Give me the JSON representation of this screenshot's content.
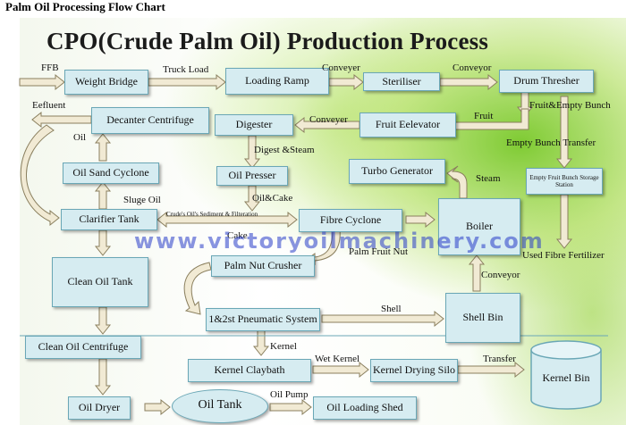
{
  "page_title": "Palm Oil Processing Flow Chart",
  "heading": "CPO(Crude Palm Oil) Production Process",
  "watermark": "www.victoryoilmachinery.com",
  "boxes": {
    "weight_bridge": "Weight Bridge",
    "loading_ramp": "Loading Ramp",
    "steriliser": "Steriliser",
    "drum_thresher": "Drum Thresher",
    "decanter_centrifuge": "Decanter Centrifuge",
    "digester": "Digester",
    "fruit_elevator": "Fruit Eelevator",
    "oil_sand_cyclone": "Oil Sand Cyclone",
    "oil_presser": "Oil Presser",
    "turbo_generator": "Turbo Generator",
    "efb_storage": "Empty Fruit Bunch Storage Station",
    "clarifier_tank": "Clarifier Tank",
    "fibre_cyclone": "Fibre Cyclone",
    "boiler": "Boiler",
    "palm_nut_crusher": "Palm Nut Crusher",
    "clean_oil_tank": "Clean Oil Tank",
    "pneumatic_system": "1&2st Pneumatic System",
    "shell_bin": "Shell Bin",
    "clean_oil_centrifuge": "Clean Oil Centrifuge",
    "kernel_claybath": "Kernel Claybath",
    "kernel_drying_silo": "Kernel Drying Silo",
    "kernel_bin": "Kernel Bin",
    "oil_dryer": "Oil Dryer",
    "oil_tank": "Oil Tank",
    "oil_loading_shed": "Oil Loading Shed"
  },
  "labels": {
    "ffb": "FFB",
    "truck_load": "Truck Load",
    "conveyer_1": "Conveyer",
    "conveyor_2": "Conveyor",
    "eefluent": "Eefluent",
    "oil": "Oil",
    "conveyer_3": "Conveyer",
    "fruit": "Fruit",
    "fruit_empty_bunch": "Fruit&Empty Bunch",
    "empty_bunch_transfer": "Empty Bunch Transfer",
    "digest_steam": "Digest &Steam",
    "steam": "Steam",
    "oil_cake": "Oil&Cake",
    "sluge_oil": "Sluge Oil",
    "sediment_filtration": "Crude's Oil's Sediment & Filteration",
    "cake": "Cake",
    "palm_fruit_nut": "Palm Fruit Nut",
    "used_fibre_fertilizer": "Used Fibre Fertilizer",
    "conveyor_4": "Conveyor",
    "shell": "Shell",
    "kernel": "Kernel",
    "wet_kernel": "Wet Kernel",
    "transfer": "Transfer",
    "oil_pump": "Oil Pump"
  },
  "colors": {
    "box_fill": "#d6ecf1",
    "box_border": "#6aa7b6",
    "arrow_fill": "#f1ead4",
    "arrow_stroke": "#8a7f5e",
    "watermark": "#2c3cc8"
  }
}
